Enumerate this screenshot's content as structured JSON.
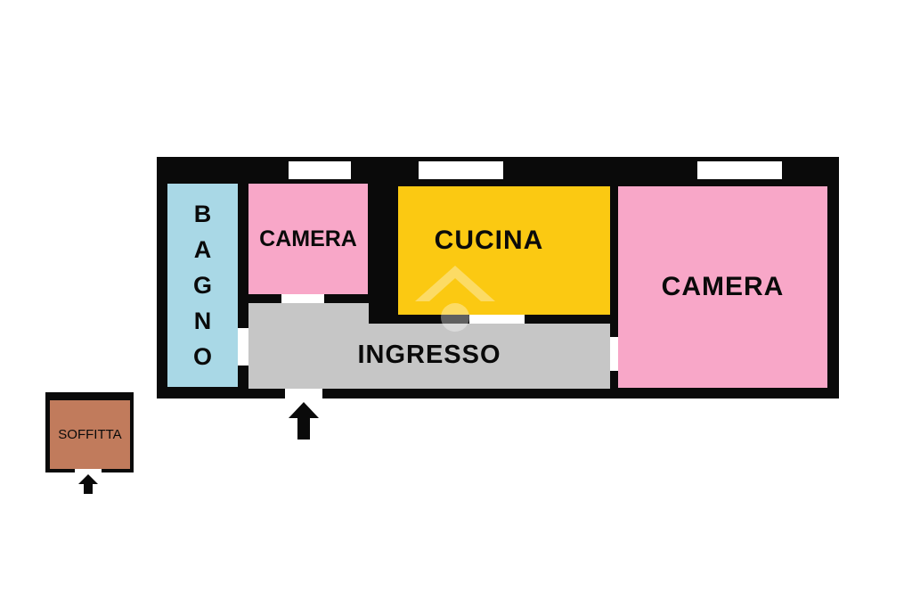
{
  "colors": {
    "wall": "#0a0a0a",
    "bagno": "#a9d8e6",
    "camera": "#f8a7c8",
    "cucina": "#fbc912",
    "ingresso": "#c6c6c6",
    "soffitta": "#c17b5c",
    "background": "#ffffff"
  },
  "rooms": {
    "bagno": {
      "label": "BAGNO",
      "letters": [
        "B",
        "A",
        "G",
        "N",
        "O"
      ]
    },
    "camera_small": {
      "label": "CAMERA"
    },
    "cucina": {
      "label": "CUCINA"
    },
    "camera_large": {
      "label": "CAMERA"
    },
    "ingresso": {
      "label": "INGRESSO"
    },
    "soffitta": {
      "label": "SOFFITTA"
    }
  },
  "icons": {
    "entrance_arrow": "up-arrow-icon",
    "soffitta_arrow": "up-arrow-icon",
    "watermark": "house-watermark-icon"
  }
}
